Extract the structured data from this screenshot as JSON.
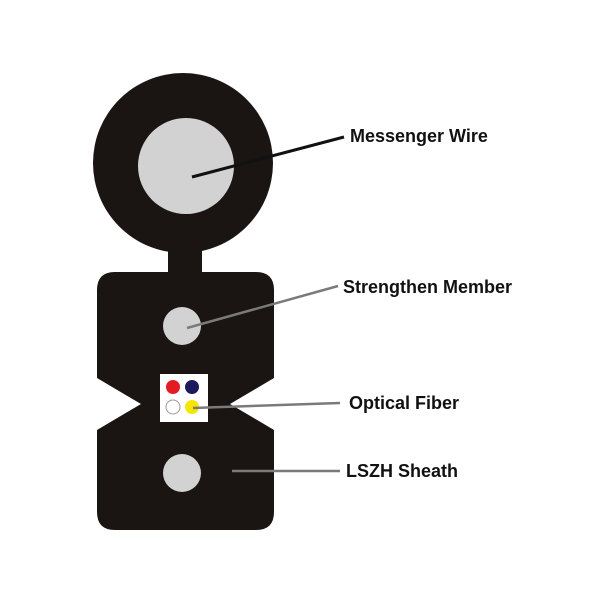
{
  "diagram": {
    "labels": {
      "messenger_wire": "Messenger Wire",
      "strengthen_member": "Strengthen Member",
      "optical_fiber": "Optical Fiber",
      "lszh_sheath": "LSZH Sheath"
    },
    "fiber_count": 4
  },
  "colors": {
    "sheath": "#1a1412",
    "core": "#d2d2d2",
    "fiber_unit_background": "#ffffff",
    "fiber_red": "#e31b23",
    "fiber_blue": "#1c1a5e",
    "fiber_white": "#ffffff",
    "fiber_yellow": "#f5e600",
    "leader_dark": "#111111",
    "leader_grey": "#7a7a7a"
  }
}
